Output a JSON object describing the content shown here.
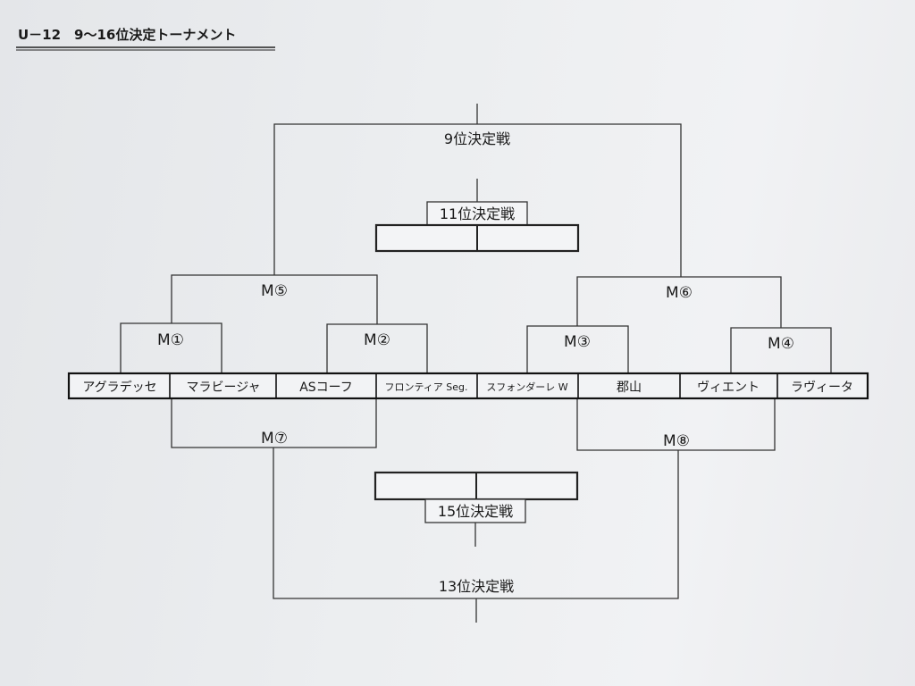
{
  "title": "U－12　9～16位決定トーナメント",
  "teams": [
    "アグラデッセ",
    "マラビージャ",
    "ASコーフ",
    "フロンティア Seg.",
    "スフォンダーレ W",
    "郡山",
    "ヴィエント",
    "ラヴィータ"
  ],
  "matches": {
    "m1": "M①",
    "m2": "M②",
    "m3": "M③",
    "m4": "M④",
    "m5": "M⑤",
    "m6": "M⑥",
    "m7": "M⑦",
    "m8": "M⑧"
  },
  "placements": {
    "p9": "9位決定戦",
    "p11": "11位決定戦",
    "p13": "13位決定戦",
    "p15": "15位決定戦"
  }
}
